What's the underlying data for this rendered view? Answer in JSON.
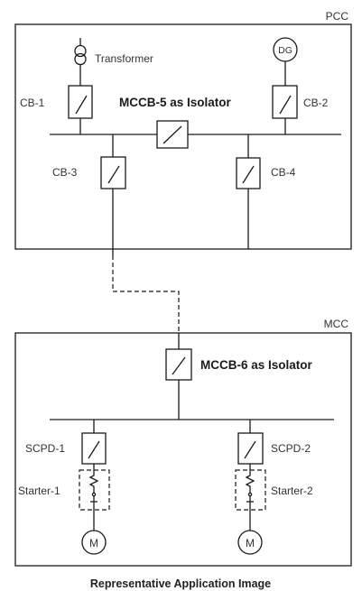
{
  "panels": {
    "pcc_label": "PCC",
    "mcc_label": "MCC"
  },
  "components": {
    "transformer": "Transformer",
    "dg": "DG",
    "cb1": "CB-1",
    "cb2": "CB-2",
    "cb3": "CB-3",
    "cb4": "CB-4",
    "mccb5": "MCCB-5 as Isolator",
    "mccb6": "MCCB-6 as Isolator",
    "scpd1": "SCPD-1",
    "scpd2": "SCPD-2",
    "starter1": "Starter-1",
    "starter2": "Starter-2",
    "motor1": "M",
    "motor2": "M"
  },
  "caption": "Representative Application Image"
}
